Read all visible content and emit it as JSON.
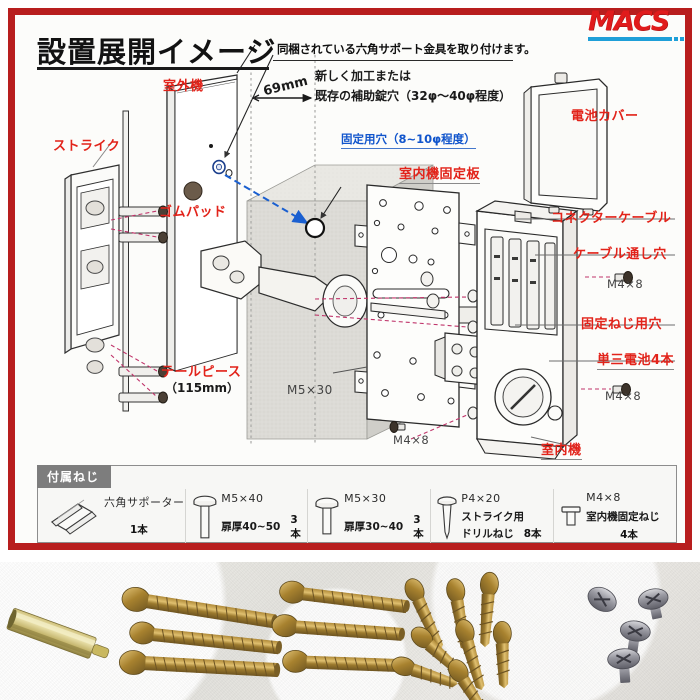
{
  "brand": {
    "logo_text": "MACS",
    "logo_bar_color": "#1e9fd8",
    "logo_color": "#e01b1b"
  },
  "panel": {
    "border_color": "#b81e1e",
    "title": "設置展開イメージ"
  },
  "callouts": {
    "hex_support": "同梱されている六角サポート金具を取り付けます。",
    "new_or_existing": "新しく加工または",
    "aux_lock_hole": "既存の補助錠穴（32φ～40φ程度）",
    "dimension_69mm": "69mm",
    "fixing_hole": "固定用穴（8~10φ程度）"
  },
  "labels": {
    "outdoor_unit": "室外機",
    "strike": "ストライク",
    "rubber_pad": "ゴムパッド",
    "tailpiece": "テールピース",
    "tailpiece_size": "（115mm）",
    "indoor_mount_plate": "室内機固定板",
    "battery_cover": "電池カバー",
    "connector_cable": "コネクターケーブル",
    "cable_through_hole": "ケーブル通し穴",
    "fixing_screw_hole": "固定ねじ用穴",
    "aa_batteries": "単三電池4本",
    "indoor_unit": "室内機",
    "screw_m5x30": "M5×30",
    "screw_m4x8_a": "M4×8",
    "screw_m4x8_b": "M4×8",
    "screw_m4x8_c": "M4×8"
  },
  "parts_table": {
    "tab_label": "付属ねじ",
    "items": [
      {
        "icon": "hex-standoff-icon",
        "name": "六角サポーター",
        "spec": "",
        "note": "",
        "qty": "1本"
      },
      {
        "icon": "pan-head-screw-long-icon",
        "name": "M5×40",
        "spec": "扉厚40~50",
        "note": "",
        "qty": "3本"
      },
      {
        "icon": "pan-head-screw-icon",
        "name": "M5×30",
        "spec": "扉厚30~40",
        "note": "",
        "qty": "3本"
      },
      {
        "icon": "drill-screw-icon",
        "name": "P4×20",
        "spec": "ストライク用",
        "note": "ドリルねじ",
        "qty": "8本"
      },
      {
        "icon": "short-machine-screw-icon",
        "name": "M4×8",
        "spec": "室内機固定ねじ",
        "note": "",
        "qty": "4本"
      }
    ]
  }
}
